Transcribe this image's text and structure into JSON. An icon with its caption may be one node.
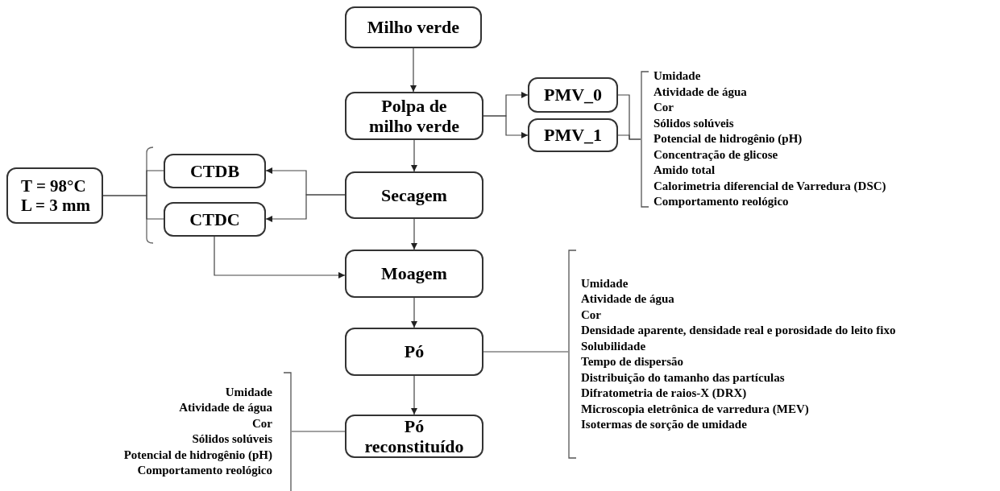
{
  "diagram": {
    "nodes": [
      {
        "text": [
          "Milho verde"
        ]
      },
      {
        "text": [
          "Polpa de milho verde"
        ]
      },
      {
        "text": [
          "PMV_0"
        ]
      },
      {
        "text": [
          "PMV_1"
        ]
      },
      {
        "text": [
          "Secagem"
        ]
      },
      {
        "text": [
          "CTDB"
        ]
      },
      {
        "text": [
          "CTDC"
        ]
      },
      {
        "text": [
          "T = 98°C",
          "L = 3 mm"
        ]
      },
      {
        "text": [
          "Moagem"
        ]
      },
      {
        "text": [
          "Pó"
        ]
      },
      {
        "text": [
          "Pó reconstituído"
        ]
      },
      {
        "text": [
          "Umidade",
          "Atividade de água",
          "Cor",
          "Sólidos solúveis",
          "Potencial de hidrogênio (pH)",
          "Concentração de glicose",
          "Amido total",
          "Calorimetria diferencial de Varredura (DSC)",
          "Comportamento reológico"
        ]
      },
      {
        "text": [
          "Umidade",
          "Atividade de água",
          "Cor",
          "Densidade aparente, densidade real e porosidade do leito fixo",
          "Solubilidade",
          "Tempo de dispersão",
          "Distribuição do tamanho das partículas",
          "Difratometria de raios-X (DRX)",
          "Microscopia eletrônica de varredura (MEV)",
          "Isotermas de sorção de umidade"
        ]
      },
      {
        "text": [
          "Umidade",
          "Atividade de água",
          "Cor",
          "Sólidos solúveis",
          "Potencial de hidrogênio (pH)",
          "Comportamento reológico"
        ]
      }
    ],
    "edges": [
      {
        "from": 0,
        "to": 1,
        "arrow": "to"
      },
      {
        "from": 1,
        "to": 2,
        "arrow": "to"
      },
      {
        "from": 1,
        "to": 3,
        "arrow": "to"
      },
      {
        "from": 2,
        "to": 11,
        "arrow": "none"
      },
      {
        "from": 3,
        "to": 11,
        "arrow": "none"
      },
      {
        "from": 1,
        "to": 4,
        "arrow": "to"
      },
      {
        "from": 4,
        "to": 5,
        "arrow": "to"
      },
      {
        "from": 4,
        "to": 6,
        "arrow": "to"
      },
      {
        "from": 7,
        "to": 5,
        "arrow": "none"
      },
      {
        "from": 7,
        "to": 6,
        "arrow": "none"
      },
      {
        "from": 6,
        "to": 8,
        "arrow": "to"
      },
      {
        "from": 4,
        "to": 8,
        "arrow": "to"
      },
      {
        "from": 8,
        "to": 9,
        "arrow": "to"
      },
      {
        "from": 9,
        "to": 12,
        "arrow": "none"
      },
      {
        "from": 9,
        "to": 10,
        "arrow": "to"
      },
      {
        "from": 13,
        "to": 10,
        "arrow": "none"
      }
    ]
  }
}
